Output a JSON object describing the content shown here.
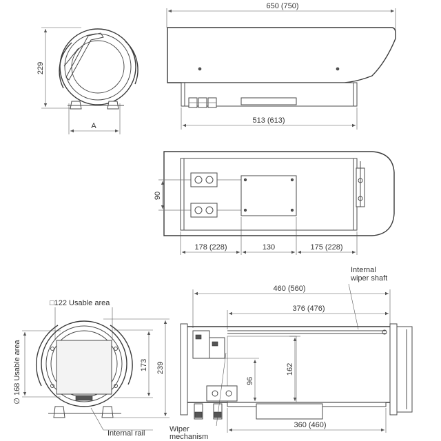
{
  "colors": {
    "line": "#4a4a4a",
    "dimension": "#555555",
    "text": "#333333",
    "background": "#ffffff"
  },
  "front_view": {
    "height_label": "229",
    "width_label": "A"
  },
  "side_view": {
    "overall_length_label": "650 (750)",
    "base_length_label": "513 (613)"
  },
  "bottom_view": {
    "rail_spacing_label": "90",
    "segment_left_label": "178 (228)",
    "segment_middle_label": "130",
    "segment_right_label": "175 (228)"
  },
  "section_front": {
    "square_label": "□122 Usable area",
    "circle_label": "∅ 168 Usable area",
    "inner_height_label": "173",
    "outer_height_label": "239",
    "rail_label": "Internal rail"
  },
  "section_side": {
    "inner_length_label": "460 (560)",
    "shaft_length_label": "376 (476)",
    "shaft_callout_line1": "Internal",
    "shaft_callout_line2": "wiper shaft",
    "wiper_height_label": "96",
    "usable_height_label": "162",
    "rail_length_label": "360 (460)",
    "wiper_callout_line1": "Wiper",
    "wiper_callout_line2": "mechanism"
  }
}
